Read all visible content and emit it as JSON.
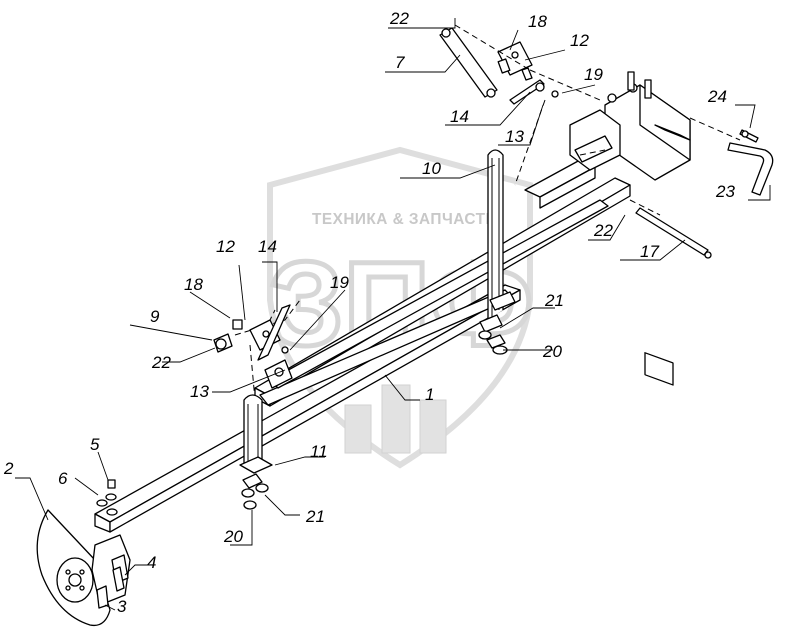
{
  "watermark": {
    "text": "ТЕХНИКА & ЗАПЧАСТИ",
    "big_letters": "ЗПФ"
  },
  "callouts": [
    "22",
    "18",
    "12",
    "7",
    "19",
    "14",
    "13",
    "24",
    "10",
    "23",
    "22",
    "17",
    "12",
    "14",
    "18",
    "19",
    "9",
    "21",
    "22",
    "20",
    "13",
    "1",
    "11",
    "5",
    "2",
    "6",
    "21",
    "20",
    "4",
    "3"
  ],
  "colors": {
    "line": "#000000",
    "watermark": "#c8c8c8",
    "background": "#ffffff"
  }
}
